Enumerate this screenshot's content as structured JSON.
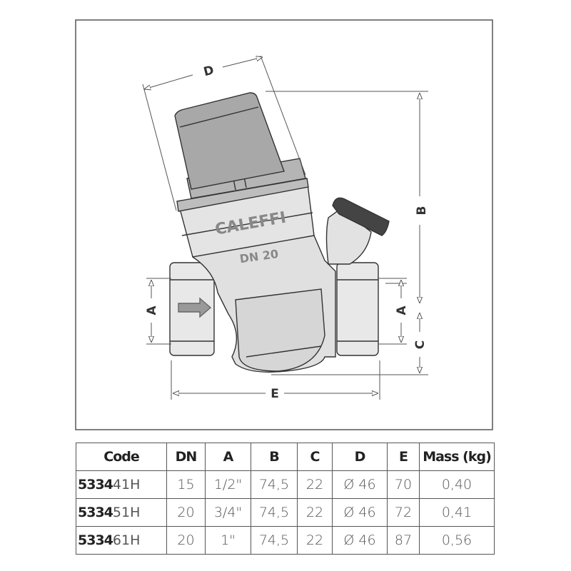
{
  "drawing": {
    "brand_text": "CALEFFI",
    "size_text": "DN 20",
    "dimension_labels": {
      "a_left": "A",
      "a_right": "A",
      "b": "B",
      "c": "C",
      "d": "D",
      "e": "E"
    }
  },
  "table": {
    "headers": [
      "Code",
      "DN",
      "A",
      "B",
      "C",
      "D",
      "E",
      "Mass (kg)"
    ],
    "rows": [
      {
        "code_prefix": "5334",
        "code_suffix": "41H",
        "dn": "15",
        "a": "1/2\"",
        "b": "74,5",
        "c": "22",
        "d": "Ø 46",
        "e": "70",
        "mass": "0,40"
      },
      {
        "code_prefix": "5334",
        "code_suffix": "51H",
        "dn": "20",
        "a": "3/4\"",
        "b": "74,5",
        "c": "22",
        "d": "Ø 46",
        "e": "72",
        "mass": "0,41"
      },
      {
        "code_prefix": "5334",
        "code_suffix": "61H",
        "dn": "20",
        "a": "1\"",
        "b": "74,5",
        "c": "22",
        "d": "Ø 46",
        "e": "87",
        "mass": "0,56"
      }
    ]
  }
}
